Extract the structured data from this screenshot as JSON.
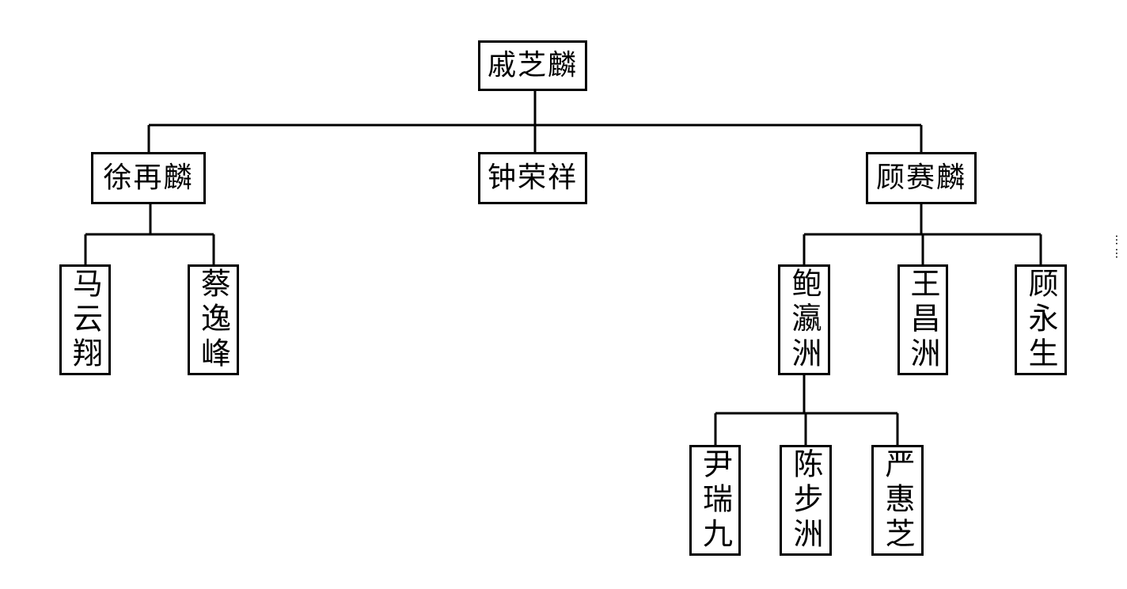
{
  "root": "戚芝麟",
  "level1": [
    "徐再麟",
    "钟荣祥",
    "顾赛麟"
  ],
  "xu_children": [
    "马云翔",
    "蔡逸峰"
  ],
  "gu_children": [
    "鲍瀛洲",
    "王昌洲",
    "顾永生"
  ],
  "bao_children": [
    "尹瑞九",
    "陈步洲",
    "严惠芝"
  ],
  "edge_caption": "……"
}
